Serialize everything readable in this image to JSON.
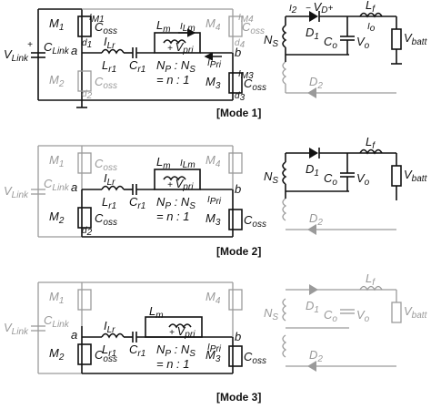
{
  "modes": [
    {
      "caption": "[Mode 1]",
      "labels": {
        "vlink": "V",
        "vlink_sub": "Link",
        "clink": "C",
        "clink_sub": "Link",
        "m1": "M",
        "m1_sub": "1",
        "m2": "M",
        "m2_sub": "2",
        "m3": "M",
        "m3_sub": "3",
        "m4": "M",
        "m4_sub": "4",
        "im1": "I",
        "im1_sub": "M1",
        "im3": "I",
        "im3_sub": "M3",
        "im4": "I",
        "im4_sub": "M4",
        "coss": "C",
        "coss_sub": "oss",
        "d1": "d",
        "d1_sub": "1",
        "d2": "d",
        "d2_sub": "2",
        "d3": "d",
        "d3_sub": "3",
        "d4": "d",
        "d4_sub": "4",
        "node_a": "a",
        "node_b": "b",
        "ilr": "I",
        "ilr_sub": "Lr",
        "lr1": "L",
        "lr1_sub": "r1",
        "cr1": "C",
        "cr1_sub": "r1",
        "lm": "L",
        "lm_sub": "m",
        "ilm": "I",
        "ilm_sub": "Lm",
        "vpri": "V",
        "vpri_sub": "pri",
        "ipri": "I",
        "ipri_sub": "Pri",
        "ratio": "N",
        "ratio_p": "P",
        "ratio_mid": " : N",
        "ratio_s": "S",
        "ratio2": "= n : 1",
        "ns": "N",
        "ns_sub": "S",
        "i2": "I",
        "i2_sub": "2",
        "vd": "V",
        "vd_sub": "D",
        "D1": "D",
        "D1_sub": "1",
        "D2": "D",
        "D2_sub": "2",
        "lf": "L",
        "lf_sub": "f",
        "io": "I",
        "io_sub": "o",
        "co": "C",
        "co_sub": "o",
        "vo": "V",
        "vo_sub": "o",
        "vbatt": "V",
        "vbatt_sub": "batt"
      }
    },
    {
      "caption": "[Mode 2]"
    },
    {
      "caption": "[Mode 3]"
    }
  ],
  "colors": {
    "active": "#111111",
    "inactive": "#9a9a9a",
    "background": "#ffffff"
  }
}
